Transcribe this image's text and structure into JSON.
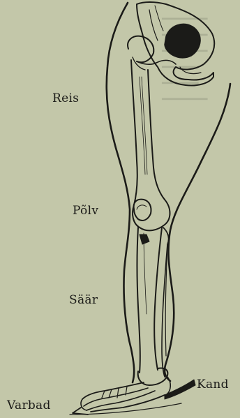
{
  "labels": {
    "thigh": "Reis",
    "knee": "Põlv",
    "shin": "Säär",
    "heel": "Kand",
    "toes": "Varbad"
  },
  "colors": {
    "paper": "#c3c7a9",
    "ink": "#1b1b18",
    "bleed": "#9b9f86"
  }
}
